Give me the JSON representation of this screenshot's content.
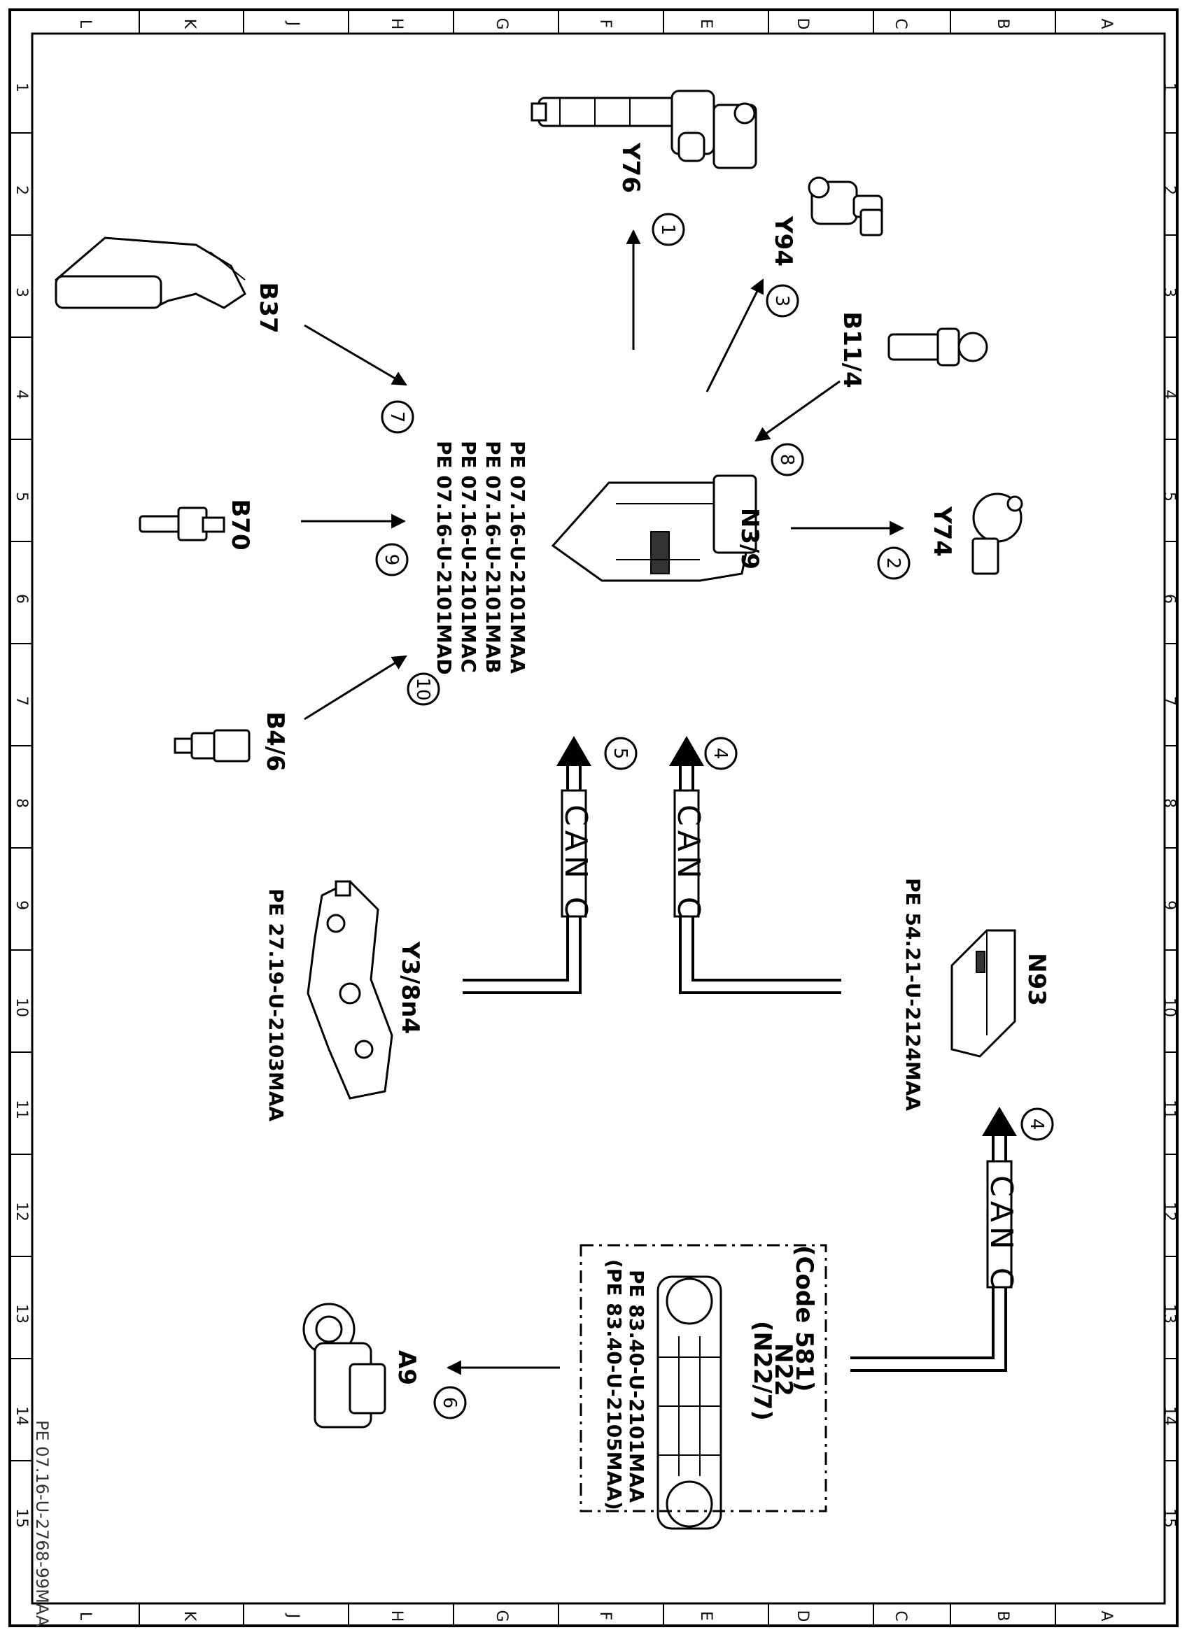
{
  "grid": {
    "letters": [
      "L",
      "K",
      "J",
      "H",
      "G",
      "F",
      "E",
      "D",
      "C",
      "B",
      "A"
    ],
    "numbers": [
      "1",
      "2",
      "3",
      "4",
      "5",
      "6",
      "7",
      "8",
      "9",
      "10",
      "11",
      "12",
      "13",
      "14",
      "15"
    ]
  },
  "components": {
    "n3_9": "N3/9",
    "y76": "Y76",
    "y94": "Y94",
    "b11_4": "B11/4",
    "y74": "Y74",
    "b37": "B37",
    "b70": "B70",
    "b4_6": "B4/6",
    "y3_8n4": "Y3/8n4",
    "n93": "N93",
    "a9": "A9",
    "n22": "N22",
    "n22_7": "(N22/7)",
    "code581": "(Code 581)"
  },
  "refs": {
    "n3_9": [
      "PE 07.16-U-2101MAA",
      "PE 07.16-U-2101MAB",
      "PE 07.16-U-2101MAC",
      "PE 07.16-U-2101MAD"
    ],
    "y3_8n4": "PE 27.19-U-2103MAA",
    "n93": "PE 54.21-U-2124MAA",
    "n22_a": "PE 83.40-U-2101MAA",
    "n22_b": "(PE 83.40-U-2105MAA)"
  },
  "can_label": "CAN C",
  "circled": [
    "1",
    "2",
    "3",
    "4",
    "5",
    "6",
    "7",
    "8",
    "9",
    "10"
  ],
  "doc_id": "PE 07.16-U-2768-99MAA"
}
